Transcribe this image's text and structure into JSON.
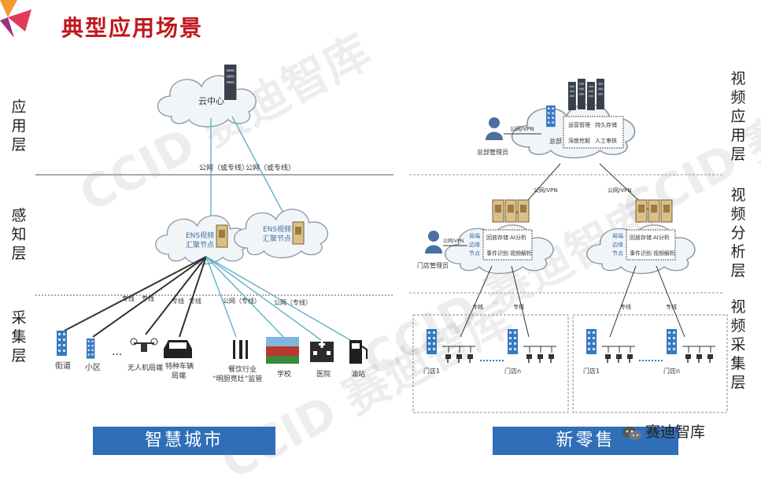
{
  "title": "典型应用场景",
  "layers_left": [
    {
      "chars": [
        "应",
        "用",
        "层"
      ]
    },
    {
      "chars": [
        "感",
        "知",
        "层"
      ]
    },
    {
      "chars": [
        "采",
        "集",
        "层"
      ]
    }
  ],
  "layers_right": [
    {
      "chars": [
        "视",
        "频",
        "应",
        "用",
        "层"
      ]
    },
    {
      "chars": [
        "视",
        "频",
        "分",
        "析",
        "层"
      ]
    },
    {
      "chars": [
        "视",
        "频",
        "采",
        "集",
        "层"
      ]
    }
  ],
  "left_diagram": {
    "cloud_center": "云中心",
    "link_public": "公网（或专线）",
    "ens_line1": "ENS视频",
    "ens_line2": "汇聚节点",
    "dedicated": "专线",
    "public_dedicated": "公网（专线）",
    "endpoints": {
      "street": "街道",
      "community": "小区",
      "dots": "···",
      "drone_line1": "无人机局端",
      "vehicle_line1": "特种车辆",
      "vehicle_line2": "局端",
      "food_line1": "餐饮行业",
      "food_line2": "“明厨亮灶”监管",
      "school": "学校",
      "hospital": "医院",
      "gas": "油站"
    },
    "banner": "智慧城市"
  },
  "right_diagram": {
    "hq": "总部",
    "hq_manager": "总部管理员",
    "store_manager": "门店管理员",
    "public_vpn": "公网/VPN",
    "hq_functions": [
      "运营管理",
      "持久存储",
      "深度挖掘",
      "人工审核"
    ],
    "edge_label": [
      "局端",
      "边缘",
      "节点"
    ],
    "edge_functions": [
      "回放存储",
      "AI分析",
      "事件识别",
      "视频解析"
    ],
    "dedicated": "专线",
    "stores": [
      "门店1",
      "门店n",
      "门店1",
      "门店n"
    ],
    "banner": "新零售"
  },
  "wechat_name": "赛迪智库",
  "watermark": "CCID 赛迪智库",
  "colors": {
    "title_red": "#c0171d",
    "banner_blue": "#2f6fb8",
    "line_teal": "#5fb3c6",
    "line_dark": "#333333"
  }
}
